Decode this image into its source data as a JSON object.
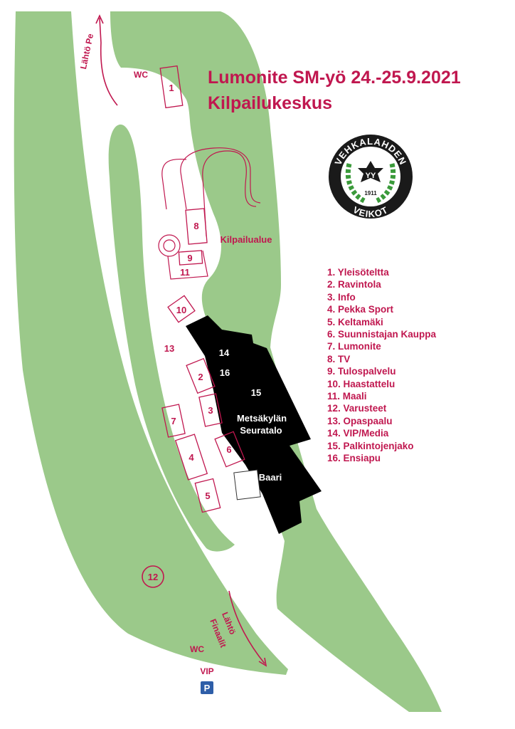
{
  "title": {
    "line1": "Lumonite SM-yö 24.-25.9.2021",
    "line2": "Kilpailukeskus"
  },
  "colors": {
    "forest": "#9bc98a",
    "accent": "#c0174f",
    "building": "#000000",
    "road": "#ffffff",
    "parking": "#2e5ea8"
  },
  "logo": {
    "top_text": "VEHKALAHDEN",
    "bottom_text": "VEIKOT",
    "monogram": "YY",
    "year": "1911"
  },
  "legend": [
    "1. Yleisöteltta",
    "2. Ravintola",
    "3. Info",
    "4. Pekka Sport",
    "5. Keltamäki",
    "6. Suunnistajan Kauppa",
    "7. Lumonite",
    "8. TV",
    "9. Tulospalvelu",
    "10. Haastattelu",
    "11. Maali",
    "12. Varusteet",
    "13. Opaspaalu",
    "14. VIP/Media",
    "15. Palkintojenjako",
    "16. Ensiapu"
  ],
  "map_labels": {
    "wc_top": "WC",
    "wc_bottom": "WC",
    "start_pe": "Lähtö Pe",
    "start_finals_line1": "Lähtö",
    "start_finals_line2": "Finaalit",
    "competition_area": "Kilpailualue",
    "building_name_line1": "Metsäkylän",
    "building_name_line2": "Seuratalo",
    "bar": "Baari",
    "vip": "VIP",
    "parking": "P"
  },
  "spots": {
    "n1": "1",
    "n2": "2",
    "n3": "3",
    "n4": "4",
    "n5": "5",
    "n6": "6",
    "n7": "7",
    "n8": "8",
    "n9": "9",
    "n10": "10",
    "n11": "11",
    "n12": "12",
    "n13": "13",
    "n14": "14",
    "n15": "15",
    "n16": "16"
  }
}
